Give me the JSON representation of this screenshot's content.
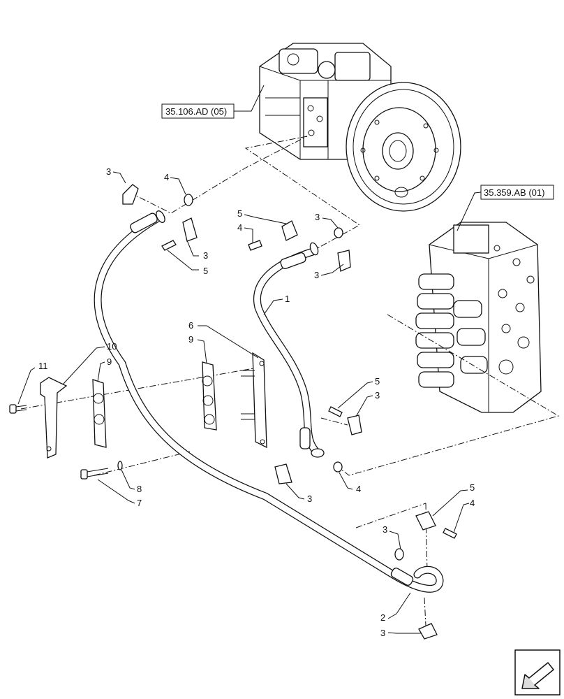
{
  "references": [
    {
      "id": "ref-pump",
      "text": "35.106.AD (05)"
    },
    {
      "id": "ref-valve",
      "text": "35.359.AB (01)"
    }
  ],
  "callouts": [
    {
      "id": "c3a",
      "text": "3"
    },
    {
      "id": "c4a",
      "text": "4"
    },
    {
      "id": "c3b",
      "text": "3"
    },
    {
      "id": "c5a",
      "text": "5"
    },
    {
      "id": "c4b",
      "text": "4"
    },
    {
      "id": "c3c",
      "text": "3"
    },
    {
      "id": "c5b",
      "text": "5"
    },
    {
      "id": "c3d",
      "text": "3"
    },
    {
      "id": "c1",
      "text": "1"
    },
    {
      "id": "c6",
      "text": "6"
    },
    {
      "id": "c9a",
      "text": "9"
    },
    {
      "id": "c10",
      "text": "10"
    },
    {
      "id": "c9b",
      "text": "9"
    },
    {
      "id": "c11",
      "text": "11"
    },
    {
      "id": "c5c",
      "text": "5"
    },
    {
      "id": "c3e",
      "text": "3"
    },
    {
      "id": "c8",
      "text": "8"
    },
    {
      "id": "c7",
      "text": "7"
    },
    {
      "id": "c3f",
      "text": "3"
    },
    {
      "id": "c4c",
      "text": "4"
    },
    {
      "id": "c3g",
      "text": "3"
    },
    {
      "id": "c5d",
      "text": "5"
    },
    {
      "id": "c4d",
      "text": "4"
    },
    {
      "id": "c2",
      "text": "2"
    },
    {
      "id": "c3h",
      "text": "3"
    }
  ],
  "nav_icon": "next-page-arrow-icon"
}
